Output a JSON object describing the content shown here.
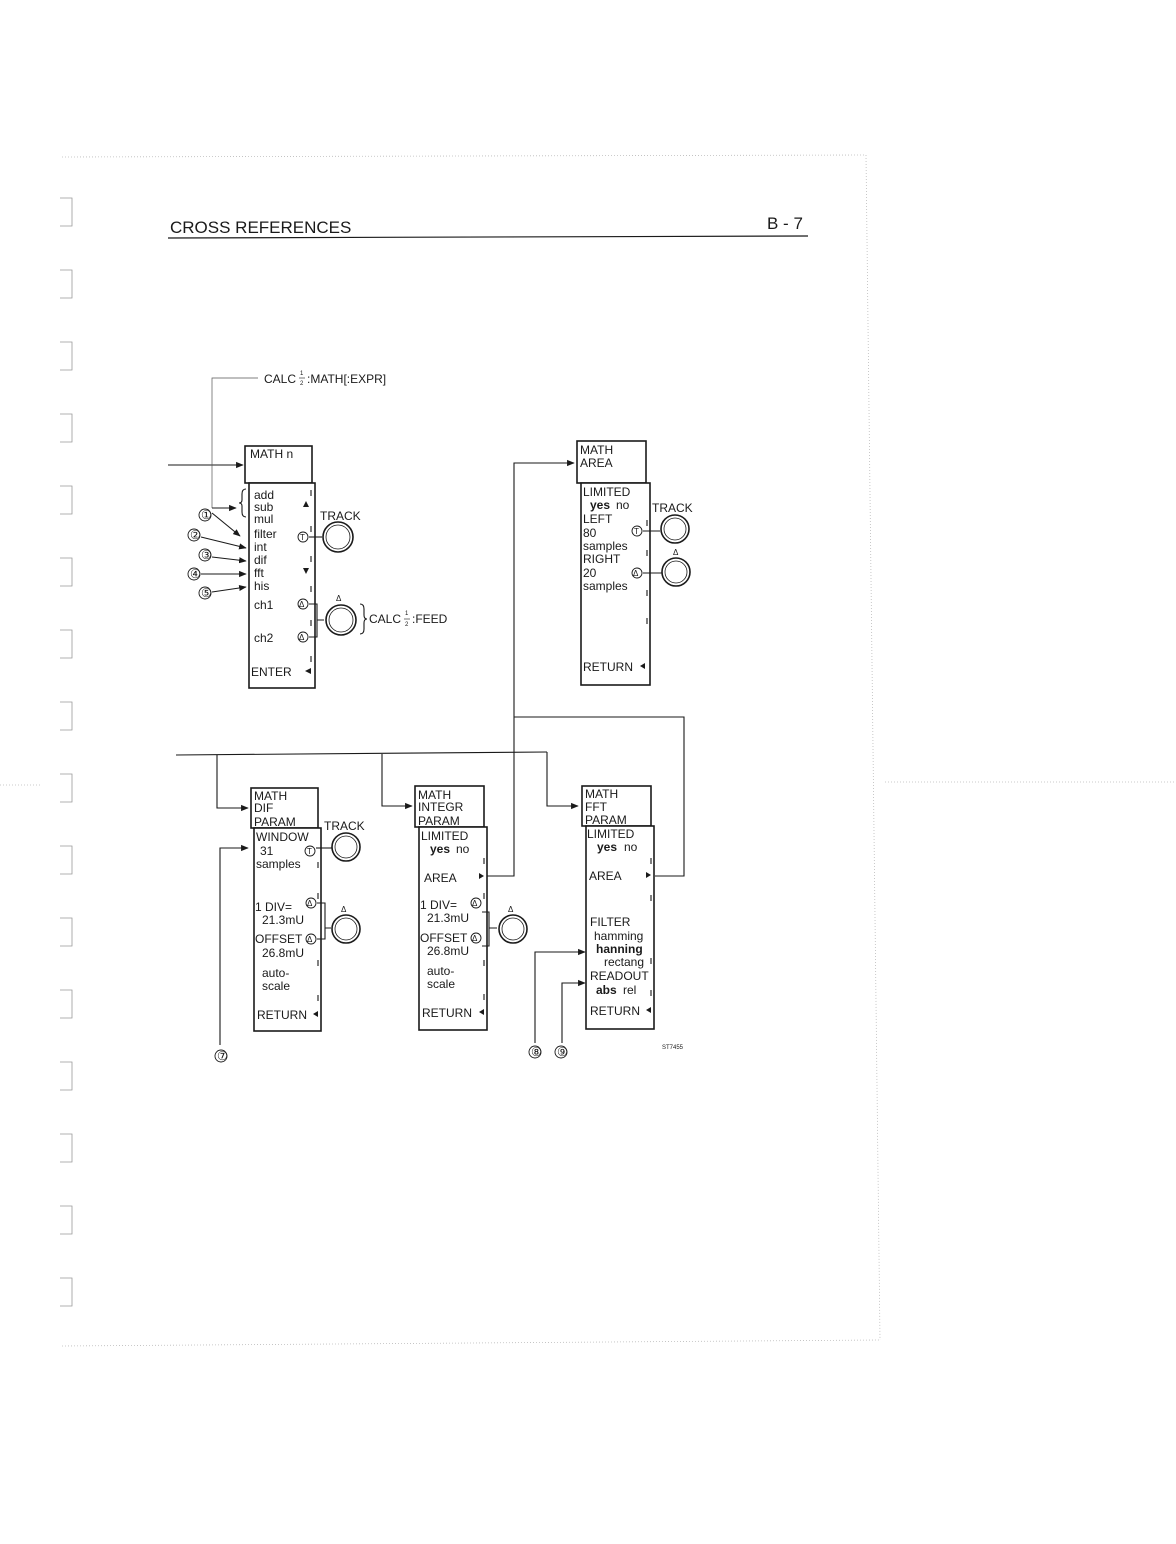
{
  "header": {
    "title": "CROSS REFERENCES",
    "page": "B - 7"
  },
  "math_n": {
    "title": "MATH n",
    "items": [
      "add",
      "sub",
      "mul",
      "filter",
      "int",
      "dif",
      "fft",
      "his"
    ],
    "ch1": "ch1",
    "ch2": "ch2",
    "enter": "ENTER"
  },
  "calc_expr": {
    "pre": "CALC",
    "num": "1",
    "den": "2",
    "post": ":MATH[:EXPR]"
  },
  "calc_feed": {
    "pre": "CALC",
    "num": "1",
    "den": "2",
    "post": ":FEED"
  },
  "track_label": "TRACK",
  "delta_symbol": "Δ",
  "callouts": [
    "①",
    "②",
    "③",
    "④",
    "⑤",
    "⑦",
    "⑧",
    "⑨"
  ],
  "math_area": {
    "title1": "MATH",
    "title2": "AREA",
    "limited": "LIMITED",
    "yes": "yes",
    "no": "no",
    "left": "LEFT",
    "left_val": "80",
    "left_unit": "samples",
    "right": "RIGHT",
    "right_val": "20",
    "right_unit": "samples",
    "return": "RETURN"
  },
  "math_dif": {
    "title1": "MATH",
    "title2": "DIF",
    "title3": "PARAM",
    "window": "WINDOW",
    "window_val": "31",
    "window_unit": "samples",
    "div": "1 DIV=",
    "div_val": "21.3mU",
    "offset": "OFFSET",
    "offset_val": "26.8mU",
    "auto1": "auto-",
    "auto2": "scale",
    "return": "RETURN"
  },
  "math_integr": {
    "title1": "MATH",
    "title2": "INTEGR",
    "title3": "PARAM",
    "limited": "LIMITED",
    "yes": "yes",
    "no": "no",
    "area": "AREA",
    "div": "1 DIV=",
    "div_val": "21.3mU",
    "offset": "OFFSET",
    "offset_val": "26.8mU",
    "auto1": "auto-",
    "auto2": "scale",
    "return": "RETURN"
  },
  "math_fft": {
    "title1": "MATH",
    "title2": "FFT",
    "title3": "PARAM",
    "limited": "LIMITED",
    "yes": "yes",
    "no": "no",
    "area": "AREA",
    "filter": "FILTER",
    "hamming": "hamming",
    "hanning": "hanning",
    "rectang": "rectang",
    "readout": "READOUT",
    "abs": "abs",
    "rel": "rel",
    "return": "RETURN"
  },
  "figure_code": "ST7455"
}
